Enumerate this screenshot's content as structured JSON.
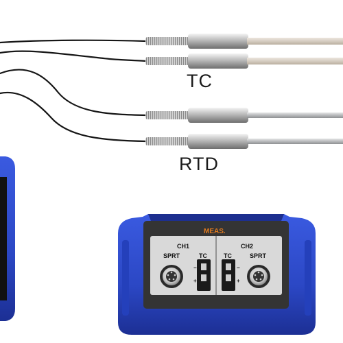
{
  "labels": {
    "tc": "TC",
    "rtd": "RTD"
  },
  "device": {
    "tab_label": "MEAS.",
    "channel1": {
      "name": "CH1",
      "left_label": "SPRT",
      "right_label": "TC"
    },
    "channel2": {
      "name": "CH2",
      "left_label": "TC",
      "right_label": "SPRT"
    },
    "plus_sign": "+",
    "minus_sign": "−"
  },
  "colors": {
    "device_blue": "#2f4fd1",
    "device_blue_dark": "#1f33a0",
    "panel_grey": "#3a3a3a",
    "panel_inner": "#dcdcdc",
    "meas_orange": "#e07a1f",
    "probe_tc_sheath": "#d9d1c6",
    "probe_rtd_sheath": "#bfc1c3",
    "cable": "#161616"
  }
}
